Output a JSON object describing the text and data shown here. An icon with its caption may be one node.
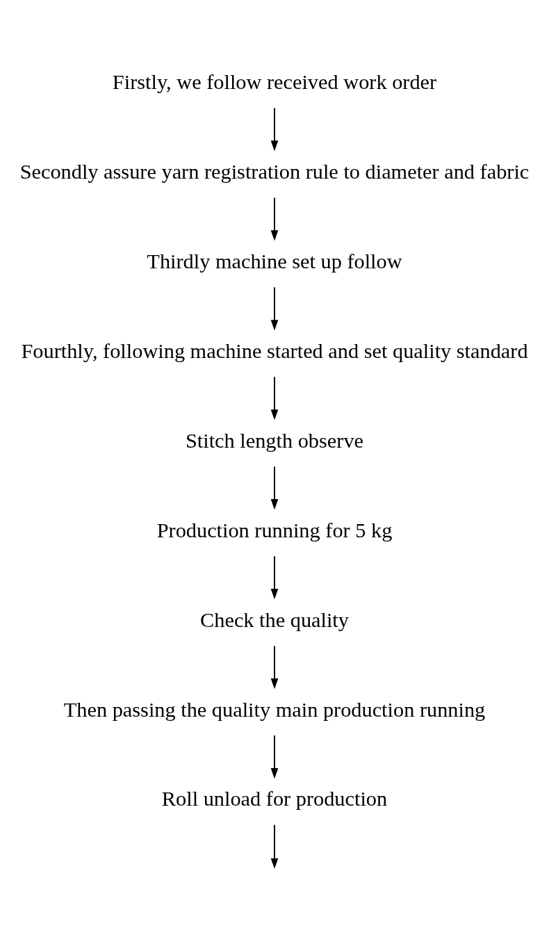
{
  "diagram": {
    "nodes": [
      {
        "text": [
          "Firstly, we follow received work order"
        ]
      },
      {
        "text": [
          "Secondly assure yarn registration rule to diameter and fabric"
        ]
      },
      {
        "text": [
          "Thirdly machine set up follow"
        ]
      },
      {
        "text": [
          "Fourthly, following machine started and set quality standard"
        ]
      },
      {
        "text": [
          "Stitch length observe"
        ]
      },
      {
        "text": [
          "Production running for 5 kg"
        ]
      },
      {
        "text": [
          "Check the quality"
        ]
      },
      {
        "text": [
          "Then passing the quality main production running"
        ]
      },
      {
        "text": [
          "Roll unload for production"
        ]
      }
    ],
    "edges": [
      {
        "from": 0,
        "to": 1,
        "arrow": "to"
      },
      {
        "from": 1,
        "to": 2,
        "arrow": "to"
      },
      {
        "from": 2,
        "to": 3,
        "arrow": "to"
      },
      {
        "from": 3,
        "to": 4,
        "arrow": "to"
      },
      {
        "from": 4,
        "to": 5,
        "arrow": "to"
      },
      {
        "from": 5,
        "to": 6,
        "arrow": "to"
      },
      {
        "from": 6,
        "to": 7,
        "arrow": "to"
      },
      {
        "from": 7,
        "to": 8,
        "arrow": "to"
      },
      {
        "from": 8,
        "to": null,
        "arrow": "to"
      }
    ]
  }
}
